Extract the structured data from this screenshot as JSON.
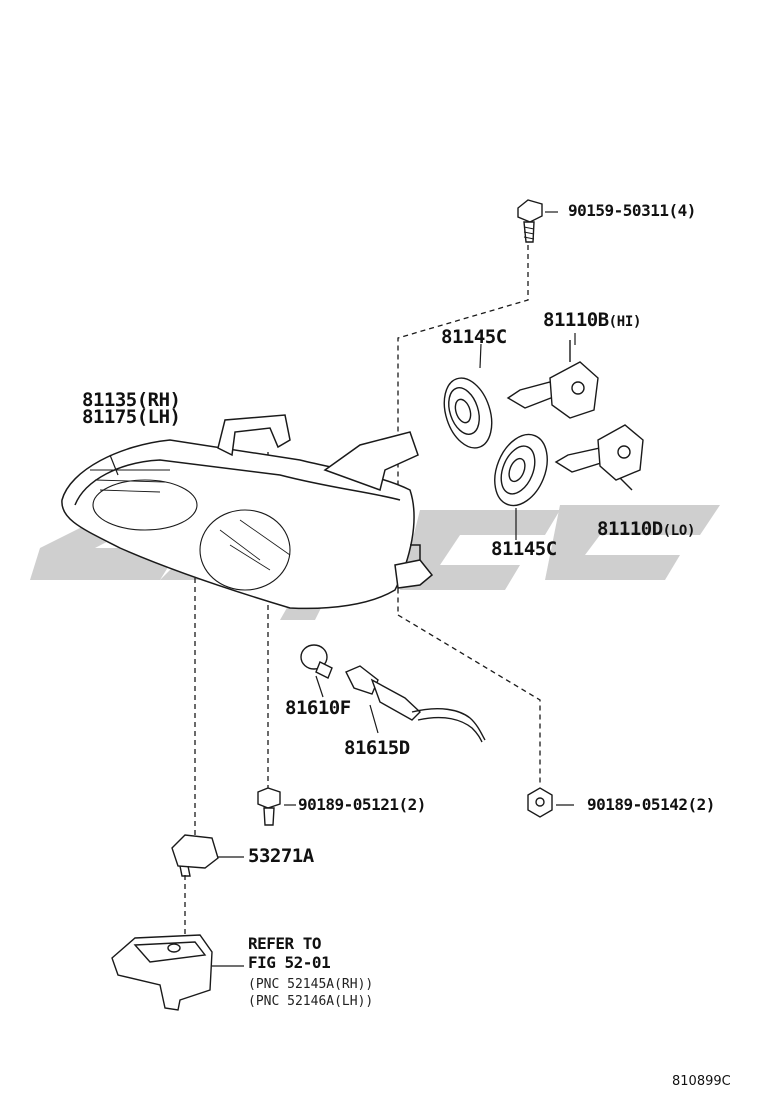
{
  "labels": {
    "bolt_top": "90159-50311(4)",
    "bulb_hi_part": "81110B",
    "bulb_hi_note": "(HI)",
    "socket_cover_top": "81145C",
    "headlamp_rh": "81135(RH)",
    "headlamp_lh": "81175(LH)",
    "bulb_lo_part": "81110D",
    "bulb_lo_note": "(LO)",
    "socket_cover_bottom": "81145C",
    "bulb_small": "81610F",
    "socket_wire": "81615D",
    "bolt_left": "90189-05121(2)",
    "nut_right": "90189-05142(2)",
    "bracket_clip": "53271A",
    "refer_line1": "REFER TO",
    "refer_line2": "FIG 52-01",
    "refer_rh": "(PNC 52145A(RH))",
    "refer_lh": "(PNC 52146A(LH))",
    "figure_number": "810899C"
  },
  "watermark_color": "#c8c8c8",
  "line_color": "#1a1a1a"
}
